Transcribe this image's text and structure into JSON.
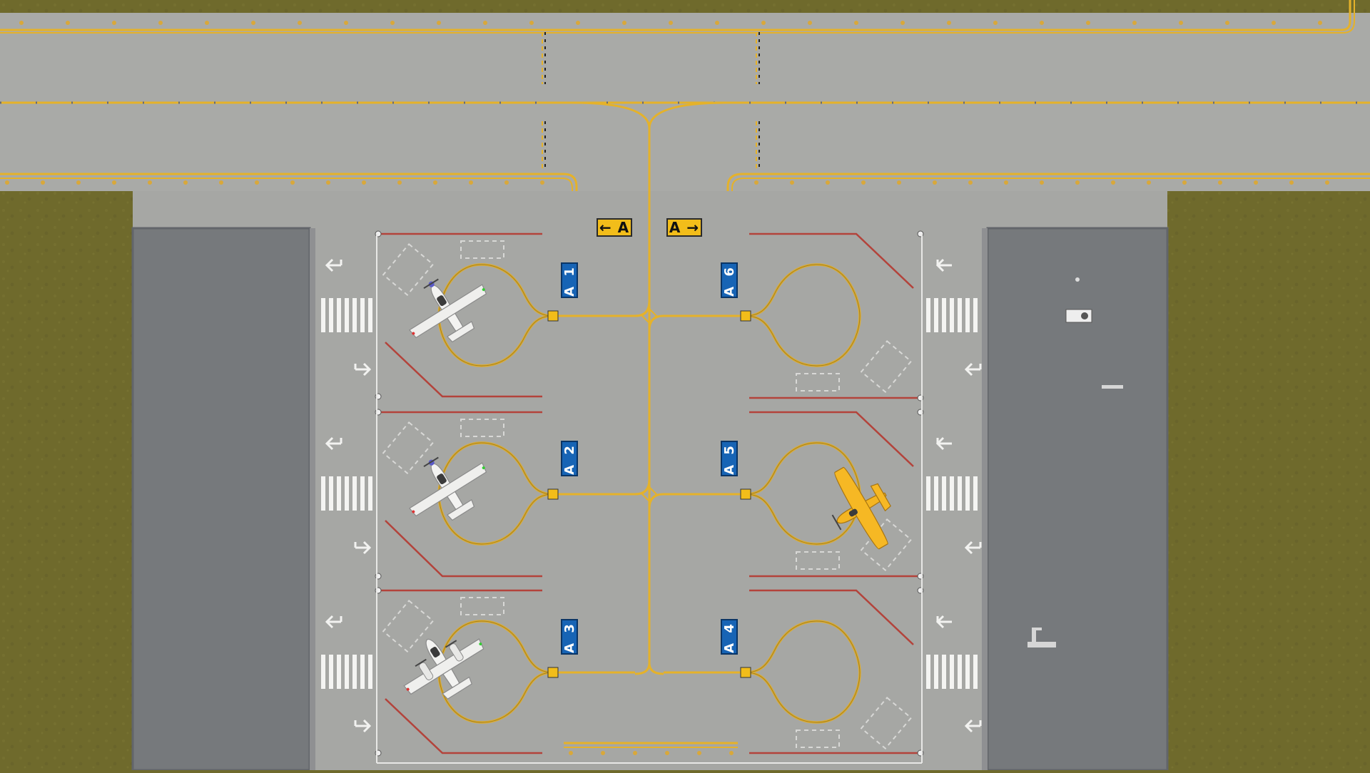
{
  "scene": {
    "title": "Airport apron view",
    "colors": {
      "grass": "#6f6a2c",
      "runway": "#a9aaa7",
      "apron": "#a6a7a4",
      "hangar": "#76797c",
      "taxi_line": "#e5b22a",
      "stand_line": "#b3433b",
      "sign_yellow": "#f2bd1a",
      "sign_blue": "#1764b5"
    }
  },
  "taxiway_signs": [
    {
      "id": "left",
      "label": "← A"
    },
    {
      "id": "right",
      "label": "A →"
    }
  ],
  "stands": [
    {
      "id": "A1",
      "label": "A 1",
      "side": "left",
      "occupied": true,
      "aircraft": "white single-engine plane"
    },
    {
      "id": "A2",
      "label": "A 2",
      "side": "left",
      "occupied": true,
      "aircraft": "white single-engine plane"
    },
    {
      "id": "A3",
      "label": "A 3",
      "side": "left",
      "occupied": true,
      "aircraft": "white twin-engine plane"
    },
    {
      "id": "A4",
      "label": "A 4",
      "side": "right",
      "occupied": false,
      "aircraft": ""
    },
    {
      "id": "A5",
      "label": "A 5",
      "side": "right",
      "occupied": true,
      "aircraft": "yellow high-wing plane"
    },
    {
      "id": "A6",
      "label": "A 6",
      "side": "right",
      "occupied": false,
      "aircraft": ""
    }
  ]
}
